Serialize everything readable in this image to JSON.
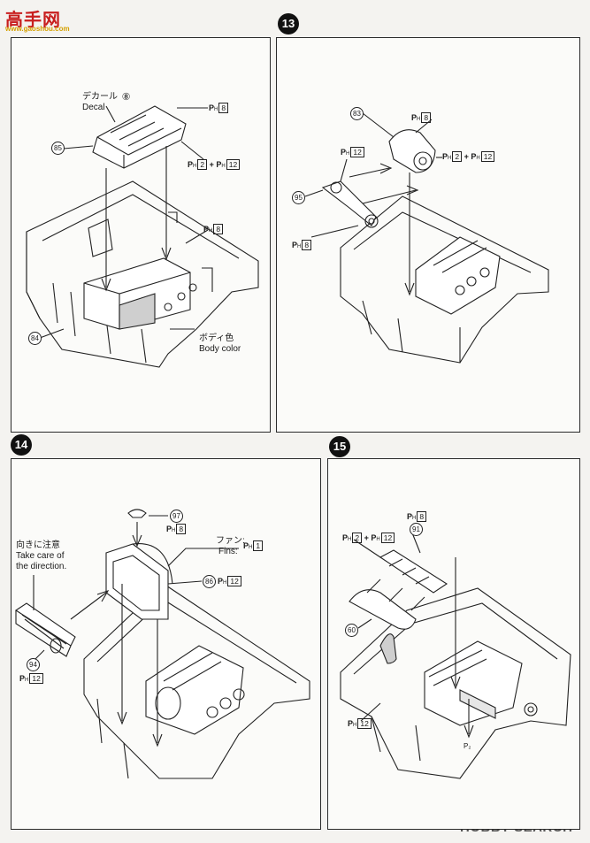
{
  "watermark": {
    "title": "高手网",
    "url": "www.gaoshou.com",
    "site": "HOBBY SEARCH"
  },
  "steps": [
    {
      "number": "",
      "panel": "step-12"
    },
    {
      "number": "13"
    },
    {
      "number": "14"
    },
    {
      "number": "15"
    }
  ],
  "step12": {
    "decal_jp": "デカール",
    "decal_en": "Decal",
    "decal_num": "⑧",
    "part85": "85",
    "part84": "84",
    "paint1": "8",
    "paint2a": "2",
    "paint2b": "12",
    "paint3": "8",
    "body_jp": "ボディ色",
    "body_en": "Body color"
  },
  "step13": {
    "part83": "83",
    "part95": "95",
    "paint1": "8",
    "paint2a": "2",
    "paint2b": "12",
    "paint3": "12",
    "paint4": "8"
  },
  "step14": {
    "part97": "97",
    "part86": "86",
    "part94": "94",
    "paint97": "8",
    "fan_jp": "ファン:",
    "fan_en": "Fins:",
    "fan_paint": "1",
    "paint86": "12",
    "paint94": "12",
    "dir_jp": "向きに注意",
    "dir_en1": "Take care of",
    "dir_en2": "the direction."
  },
  "step15": {
    "part91": "91",
    "part60": "60",
    "paint91": "8",
    "paint2a": "2",
    "paint2b": "12",
    "paint_bottom": "12",
    "drop_label": "P₂"
  },
  "paint_prefix": "P",
  "paint_sub": "H",
  "plus": "+"
}
